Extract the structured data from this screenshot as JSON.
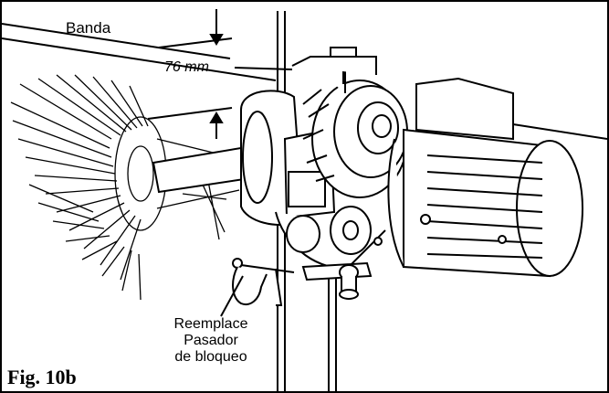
{
  "figure": {
    "label": "Fig. 10b"
  },
  "labels": {
    "belt": "Banda",
    "distance": "76 mm",
    "callout_line1": "Reemplace",
    "callout_line2": "Pasador",
    "callout_line3": "de bloqueo"
  },
  "colors": {
    "ink": "#000000",
    "paper": "#ffffff"
  }
}
